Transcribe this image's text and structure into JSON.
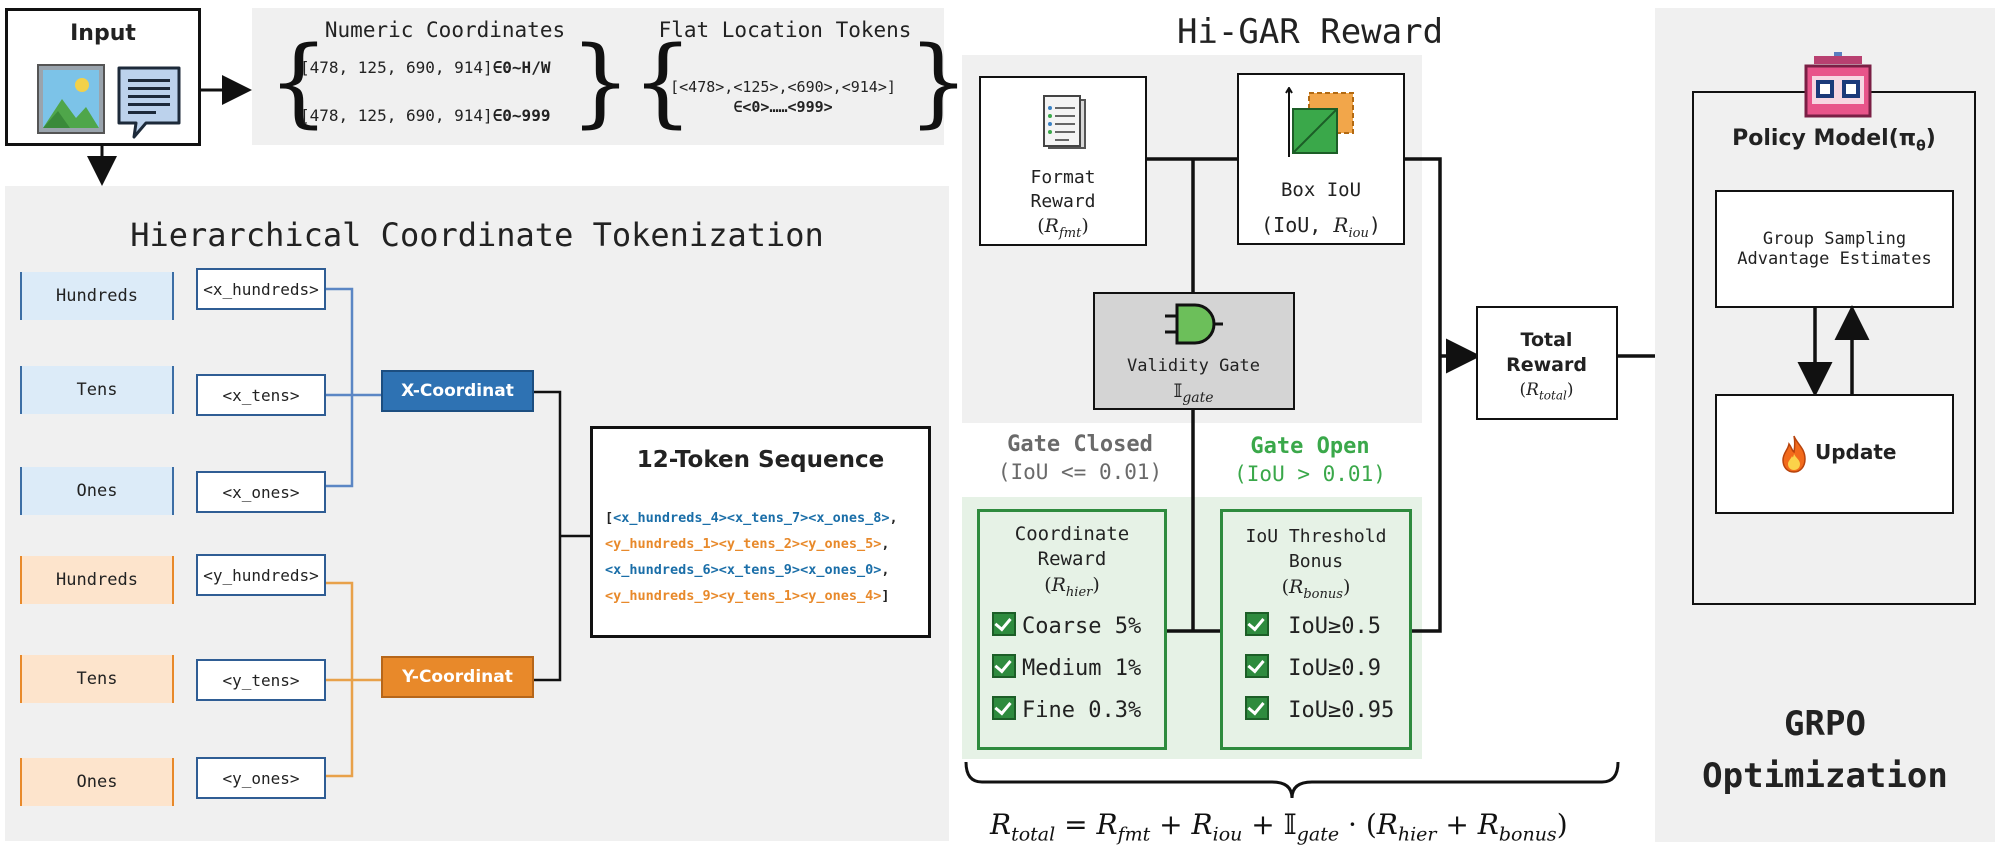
{
  "input": {
    "title": "Input"
  },
  "coords": {
    "numeric_title": "Numeric Coordinates",
    "flat_title": "Flat Location Tokens",
    "numeric_line1_vals": "[478, 125, 690, 914]",
    "numeric_line1_range": "∈0~H/W",
    "numeric_line2_vals": "[478, 125, 690, 914]",
    "numeric_line2_range": "∈0~999",
    "flat_line1": "[<478>,<125>,<690>,<914>]",
    "flat_line2": "∈<0>……<999>"
  },
  "hier": {
    "title": "Hierarchical Coordinate Tokenization",
    "x_levels": [
      "Hundreds",
      "Tens",
      "Ones"
    ],
    "y_levels": [
      "Hundreds",
      "Tens",
      "Ones"
    ],
    "x_tokens": [
      "<x_hundreds>",
      "<x_tens>",
      "<x_ones>"
    ],
    "y_tokens": [
      "<y_hundreds>",
      "<y_tens>",
      "<y_ones>"
    ],
    "x_coord": "X-Coordinat",
    "y_coord": "Y-Coordinat",
    "seq_title": "12-Token Sequence",
    "seq_lines": [
      {
        "text": "<x_hundreds_4><x_tens_7><x_ones_8>",
        "prefix": "[",
        "suffix": ","
      },
      {
        "text": "<y_hundreds_1><y_tens_2><y_ones_5>",
        "prefix": "",
        "suffix": ","
      },
      {
        "text": "<x_hundreds_6><x_tens_9><x_ones_0>",
        "prefix": "",
        "suffix": ","
      },
      {
        "text": "<y_hundreds_9><y_tens_1><y_ones_4>",
        "prefix": "",
        "suffix": "]"
      }
    ]
  },
  "reward": {
    "title": "Hi-GAR Reward",
    "format_label": "Format\nReward",
    "format_sym": "R",
    "format_sub": "fmt",
    "box_label": "Box IoU",
    "box_sym_prefix": "(IoU, ",
    "box_sym": "R",
    "box_sub": "iou",
    "gate_label": "Validity Gate",
    "gate_sym": "𝕀",
    "gate_sub": "gate",
    "closed_title": "Gate Closed",
    "closed_cond": "(IoU <= 0.01)",
    "open_title": "Gate Open",
    "open_cond": "(IoU > 0.01)",
    "coord_reward_label": "Coordinate\nReward",
    "coord_sym": "R",
    "coord_sub": "hier",
    "coord_items": [
      "Coarse 5%",
      "Medium 1%",
      "Fine 0.3%"
    ],
    "bonus_label": "IoU Threshold\nBonus",
    "bonus_sym": "R",
    "bonus_sub": "bonus",
    "bonus_items": [
      "IoU≥0.5",
      "IoU≥0.9",
      "IoU≥0.95"
    ],
    "total_label": "Total\nReward",
    "total_sym": "R",
    "total_sub": "total"
  },
  "formula": {
    "lhs": "R",
    "lhs_sub": "total",
    "t1": "R",
    "t1_sub": "fmt",
    "t2": "R",
    "t2_sub": "iou",
    "t3": "𝕀",
    "t3_sub": "gate",
    "t4": "R",
    "t4_sub": "hier",
    "t5": "R",
    "t5_sub": "bonus"
  },
  "grpo": {
    "policy_label": "Policy Model(π",
    "policy_sub": "θ",
    "sampling_line1": "Group Sampling",
    "sampling_line2": "Advantage Estimates",
    "update_label": "Update",
    "footer_line1": "GRPO",
    "footer_line2": "Optimization"
  },
  "colors": {
    "panel_bg": "#f0f0f0",
    "blue_dark": "#2e72b3",
    "orange_dark": "#e8892a",
    "green": "#3aa84a",
    "green_bg": "#e6f2e6"
  }
}
